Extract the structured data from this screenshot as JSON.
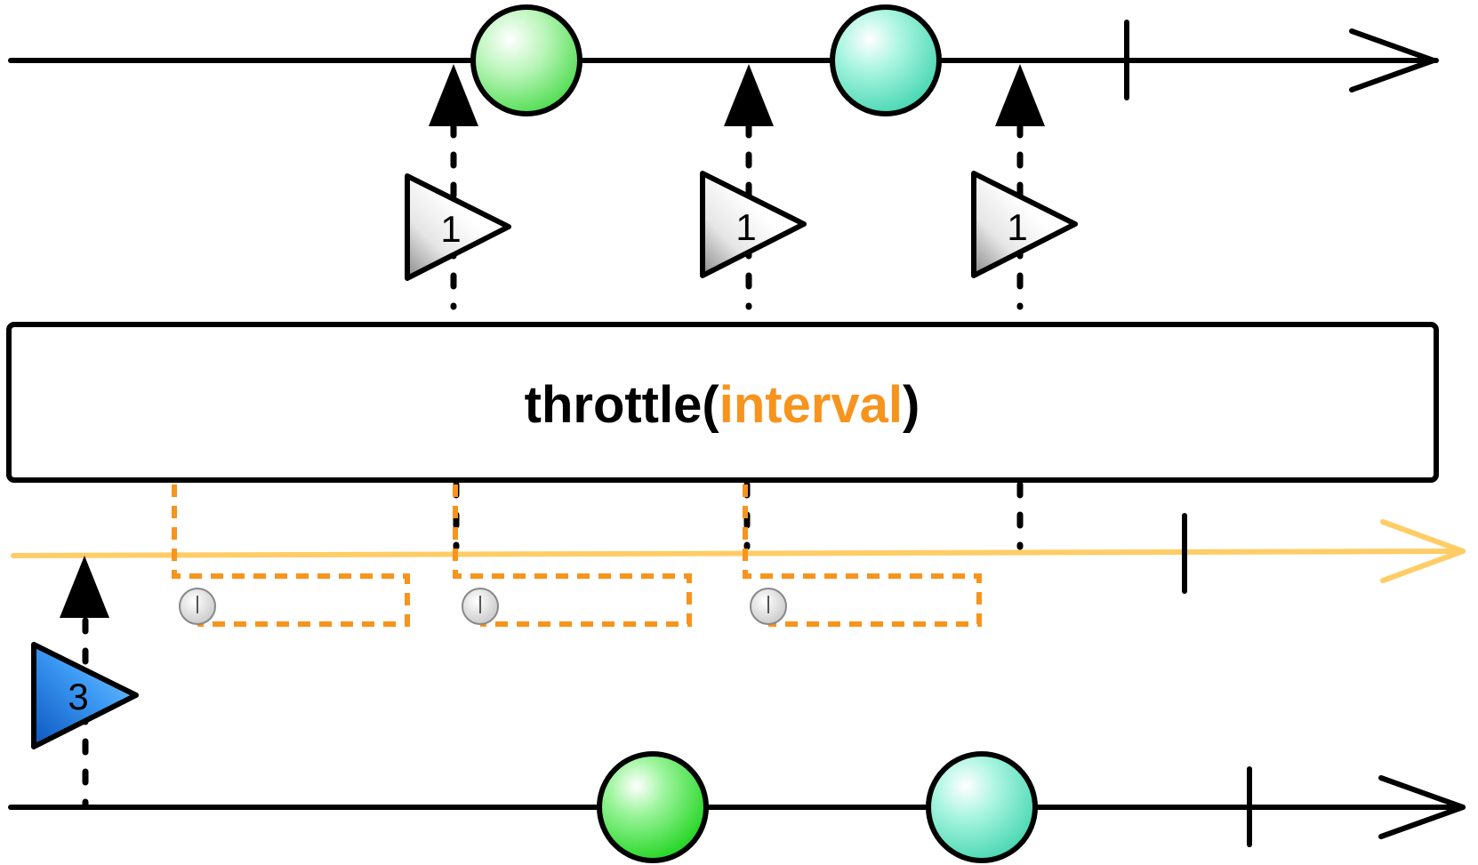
{
  "operator": {
    "name": "throttle",
    "open_paren": "(",
    "argument": "interval",
    "close_paren": ")"
  },
  "output_timeline": {
    "items": [
      {
        "kind": "marble",
        "color": "green"
      },
      {
        "kind": "marble",
        "color": "aquamarine"
      }
    ],
    "completed": true
  },
  "request_markers": [
    {
      "label": "1"
    },
    {
      "label": "1"
    },
    {
      "label": "1"
    }
  ],
  "timer_timeline": {
    "color": "#ffcc66",
    "timers": [
      {
        "icon": "clock-icon"
      },
      {
        "icon": "clock-icon"
      },
      {
        "icon": "clock-icon"
      }
    ],
    "completed": true
  },
  "initial_request": {
    "label": "3",
    "color": "#2b8cf0"
  },
  "source_timeline": {
    "items": [
      {
        "kind": "marble",
        "color": "green"
      },
      {
        "kind": "marble",
        "color": "aquamarine"
      }
    ],
    "completed": true
  },
  "colors": {
    "accent": "#f7941d",
    "green_marble": "#2ee82e",
    "aqua_marble": "#66f0cc",
    "request_blue": "#2b8cf0"
  }
}
